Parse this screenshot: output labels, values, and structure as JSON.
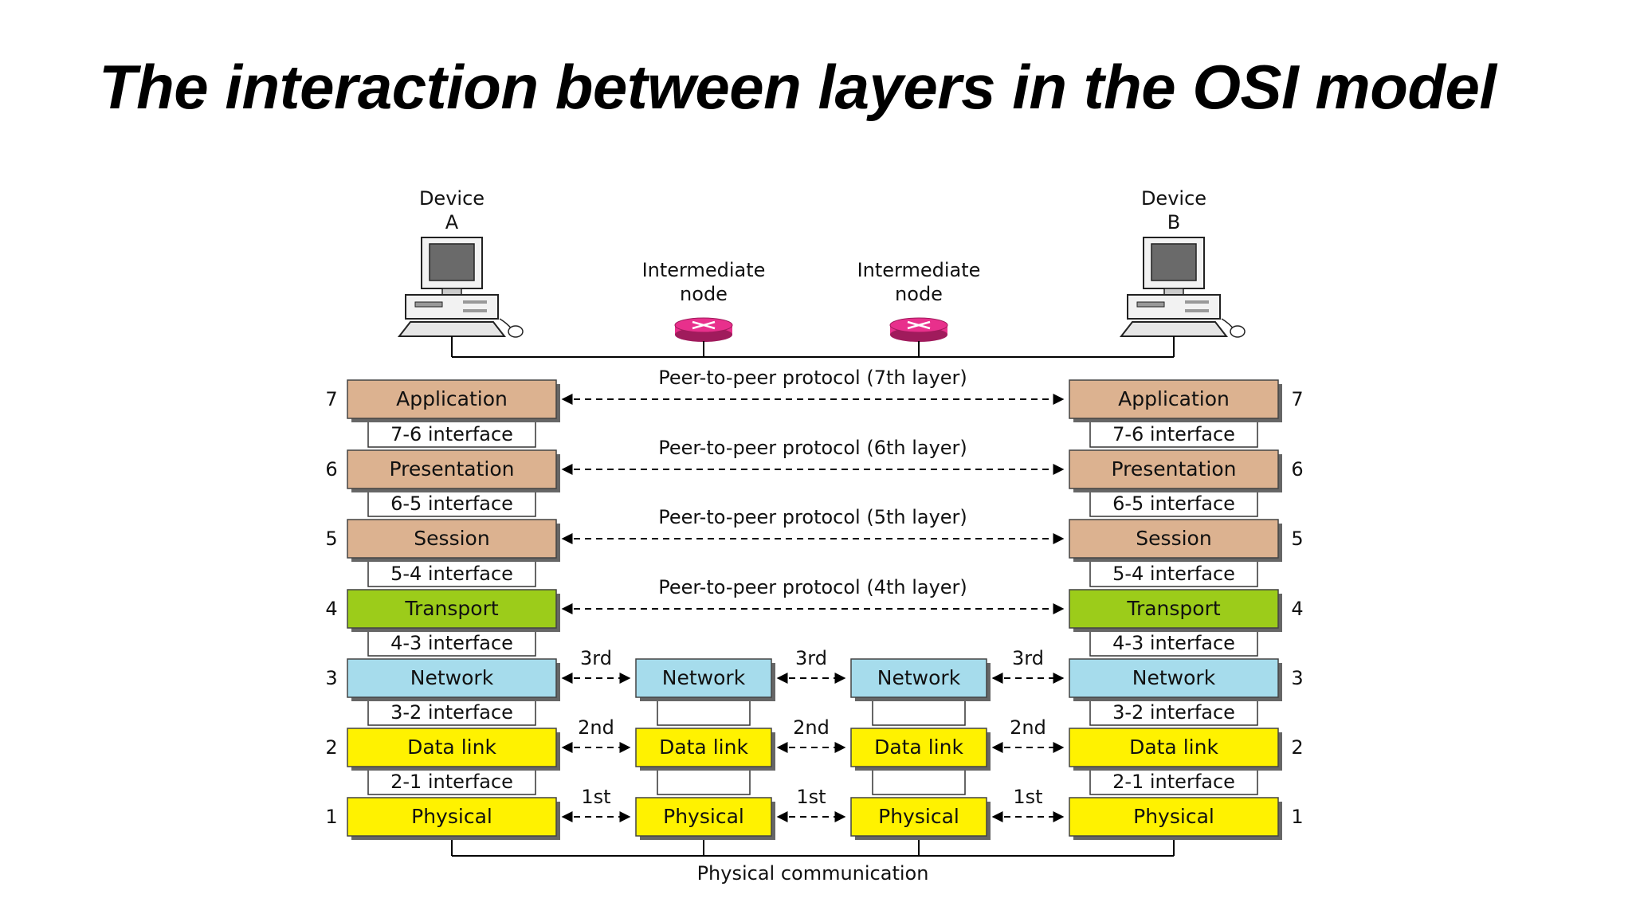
{
  "title": "The interaction between layers in the OSI model",
  "devices": [
    {
      "name": "Device",
      "id": "A"
    },
    {
      "name": "Device",
      "id": "B"
    }
  ],
  "intermediate_nodes": [
    {
      "line1": "Intermediate",
      "line2": "node"
    },
    {
      "line1": "Intermediate",
      "line2": "node"
    }
  ],
  "layers": [
    {
      "num": "7",
      "label": "Application",
      "color": "#dcb290"
    },
    {
      "num": "6",
      "label": "Presentation",
      "color": "#dcb290"
    },
    {
      "num": "5",
      "label": "Session",
      "color": "#dcb290"
    },
    {
      "num": "4",
      "label": "Transport",
      "color": "#9ccc1a"
    },
    {
      "num": "3",
      "label": "Network",
      "color": "#a6dcec"
    },
    {
      "num": "2",
      "label": "Data link",
      "color": "#fff200"
    },
    {
      "num": "1",
      "label": "Physical",
      "color": "#fff200"
    }
  ],
  "interfaces": [
    "7-6 interface",
    "6-5 interface",
    "5-4 interface",
    "4-3 interface",
    "3-2 interface",
    "2-1 interface"
  ],
  "peer_protocols": [
    "Peer-to-peer protocol (7th layer)",
    "Peer-to-peer protocol (6th layer)",
    "Peer-to-peer protocol (5th layer)",
    "Peer-to-peer protocol (4th layer)"
  ],
  "hop_labels": [
    "3rd",
    "2nd",
    "1st"
  ],
  "physical_communication": "Physical communication",
  "colors": {
    "router": "#e8308c",
    "shadow": "#666666"
  }
}
